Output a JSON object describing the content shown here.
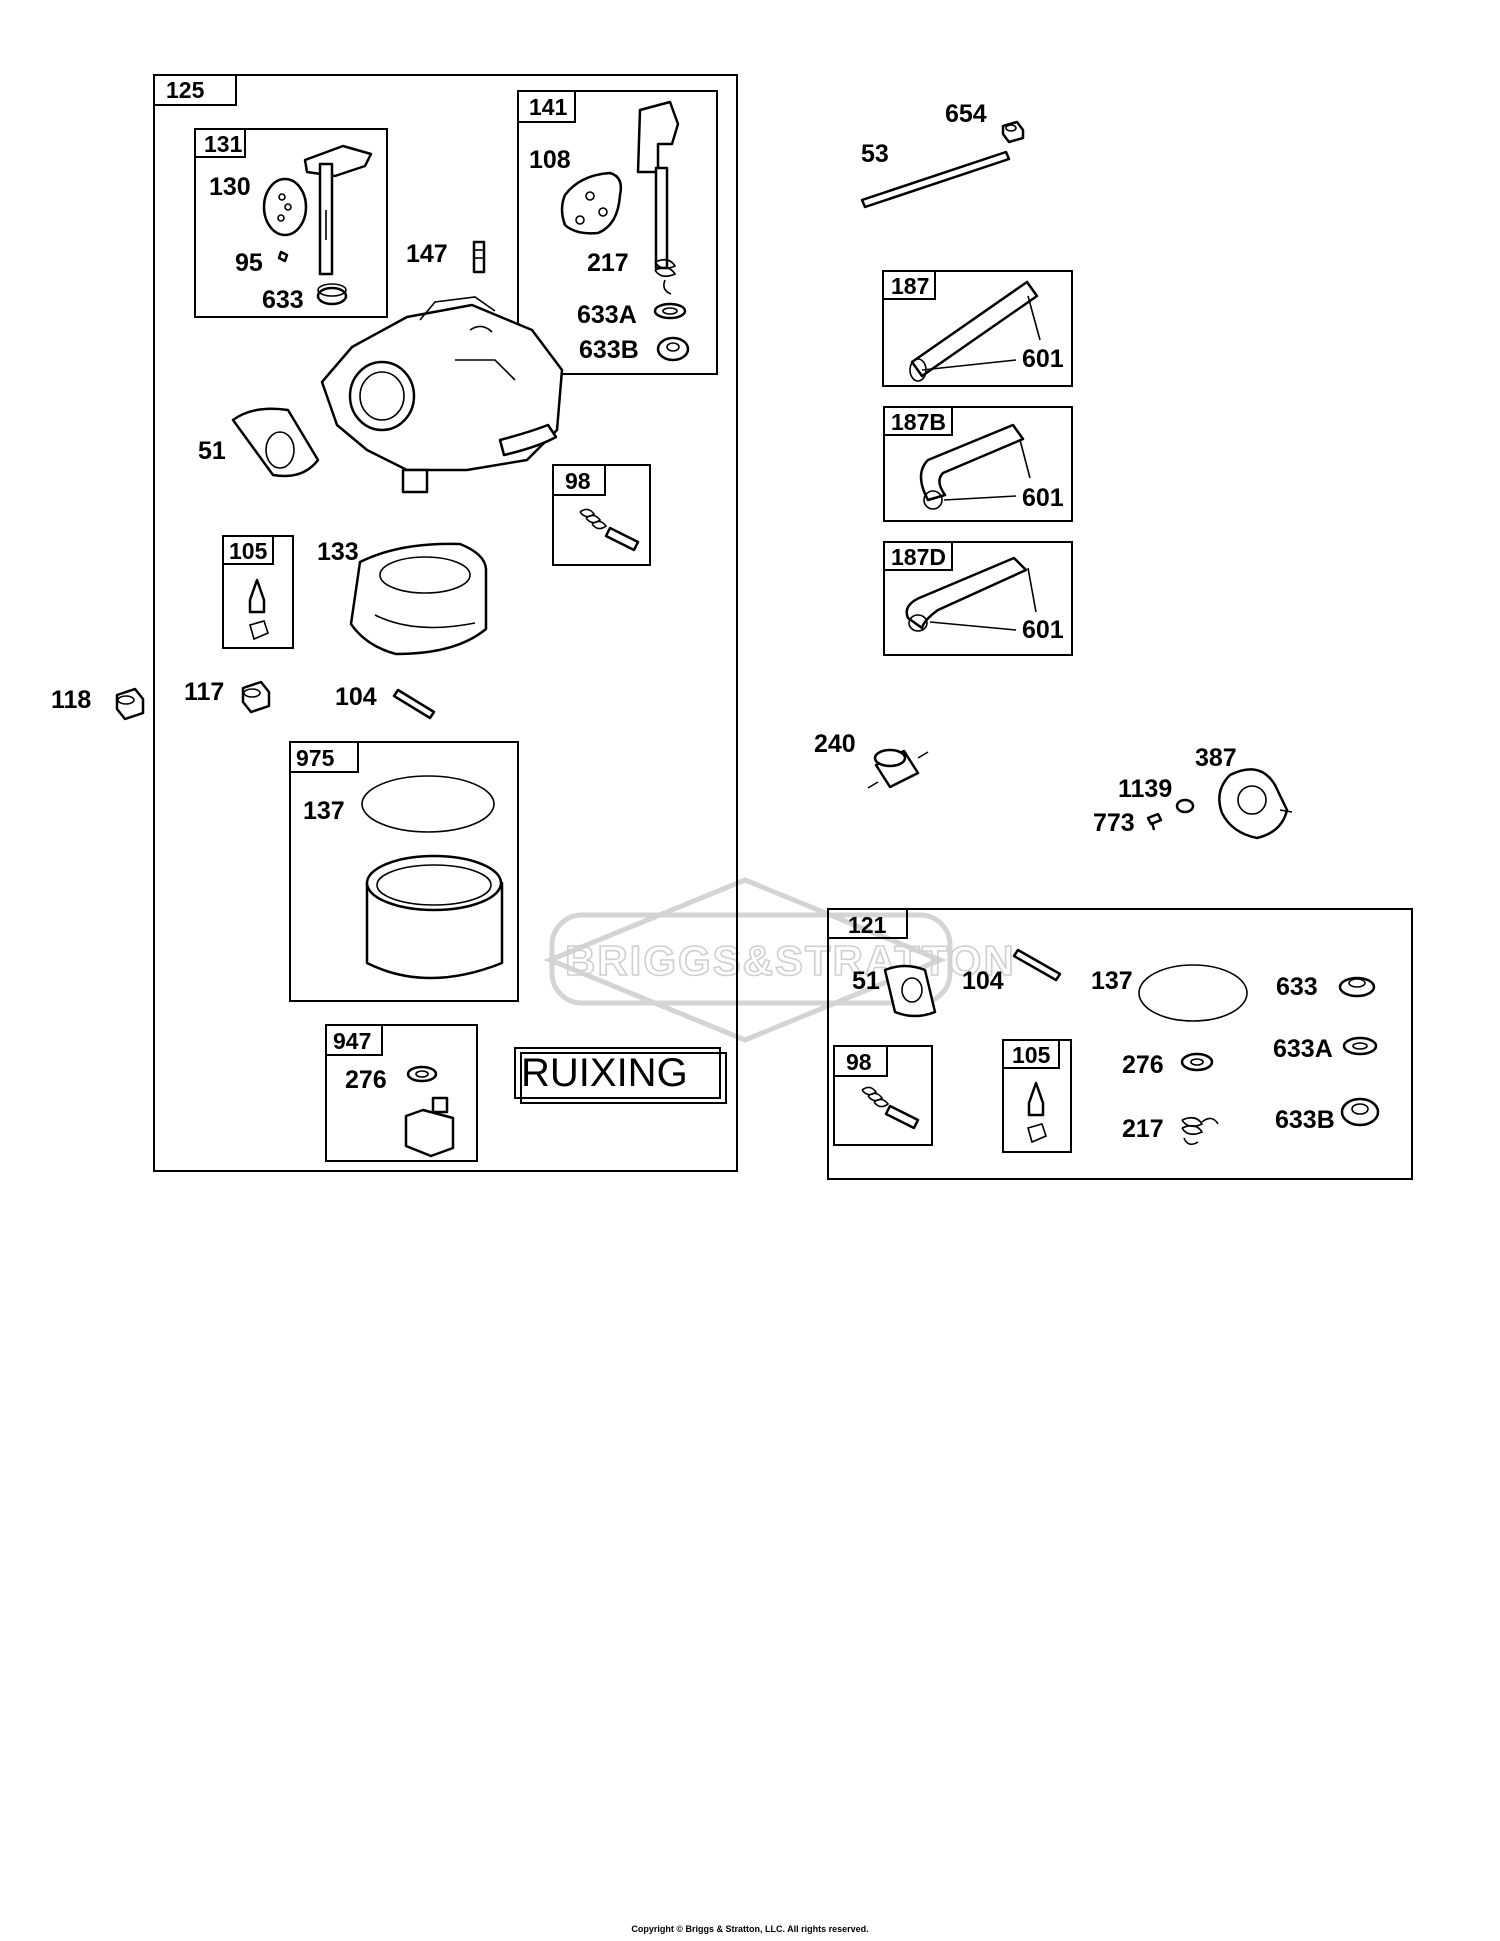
{
  "diagram": {
    "watermark": "BRIGGS&STRATTON",
    "stamp": "RUIXING",
    "copyright": "Copyright © Briggs & Stratton, LLC. All rights reserved.",
    "kits": {
      "k125": "125",
      "k131": "131",
      "k141": "141",
      "k98a": "98",
      "k105a": "105",
      "k975": "975",
      "k947": "947",
      "k187": "187",
      "k187b": "187B",
      "k187d": "187D",
      "k121": "121",
      "k98b": "98",
      "k105b": "105"
    },
    "parts": {
      "p130": "130",
      "p95": "95",
      "p633a": "633",
      "p147": "147",
      "p108": "108",
      "p217a": "217",
      "p633A_a": "633A",
      "p633B_a": "633B",
      "p51a": "51",
      "p133": "133",
      "p118": "118",
      "p117": "117",
      "p104a": "104",
      "p137a": "137",
      "p276a": "276",
      "p654": "654",
      "p53": "53",
      "p601a": "601",
      "p601b": "601",
      "p601c": "601",
      "p240": "240",
      "p387": "387",
      "p1139": "1139",
      "p773": "773",
      "p51b": "51",
      "p104b": "104",
      "p137b": "137",
      "p633b": "633",
      "p633A_b": "633A",
      "p276b": "276",
      "p217b": "217",
      "p633B_b": "633B"
    }
  }
}
